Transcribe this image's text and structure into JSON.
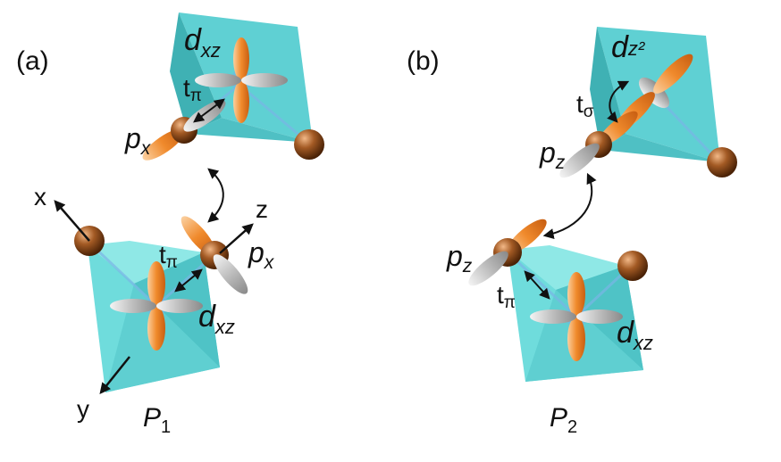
{
  "panels": {
    "a": {
      "label": "(a)",
      "caption_base": "P",
      "caption_sub": "1",
      "top_orbital": {
        "base": "d",
        "sub": "xz"
      },
      "top_ligand": {
        "base": "p",
        "sub": "x"
      },
      "top_hop": {
        "base": "t",
        "sub": "π"
      },
      "bottom_orbital": {
        "base": "d",
        "sub": "xz"
      },
      "bottom_ligand": {
        "base": "p",
        "sub": "x"
      },
      "bottom_hop": {
        "base": "t",
        "sub": "π"
      },
      "axes": {
        "x": "x",
        "y": "y",
        "z": "z"
      }
    },
    "b": {
      "label": "(b)",
      "caption_base": "P",
      "caption_sub": "2",
      "top_orbital": {
        "base": "d",
        "sub": "z²"
      },
      "top_ligand": {
        "base": "p",
        "sub": "z"
      },
      "top_hop": {
        "base": "t",
        "sub": "σ"
      },
      "bottom_orbital": {
        "base": "d",
        "sub": "xz"
      },
      "bottom_ligand": {
        "base": "p",
        "sub": "z"
      },
      "bottom_hop": {
        "base": "t",
        "sub": "π"
      }
    }
  },
  "colors": {
    "octahedron_light": "#7fe3e3",
    "octahedron_mid": "#5fcfd2",
    "octahedron_dark": "#3fa9ae",
    "lobe_orange": "#f08a2c",
    "lobe_grey": "#b8b8b8",
    "atom": "#8a4a1c"
  }
}
